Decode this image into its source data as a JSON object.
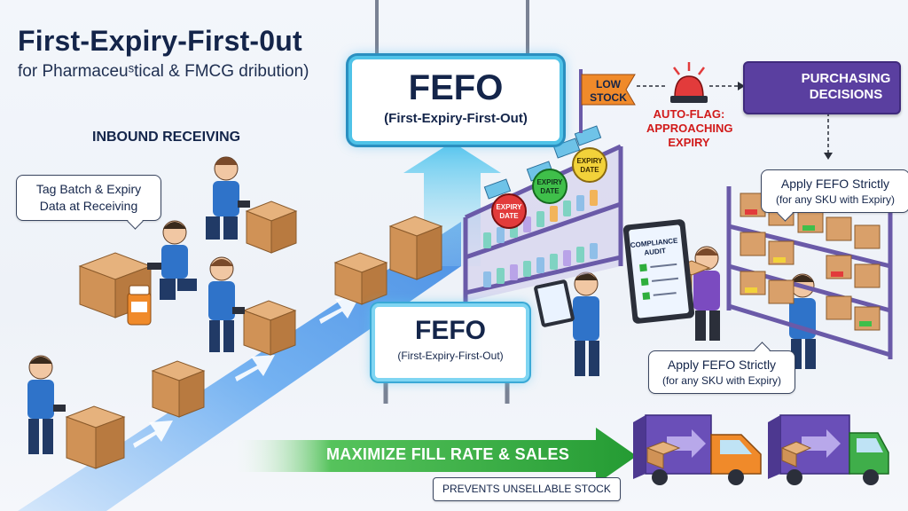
{
  "header": {
    "title": "First-Expiry-First-0ut",
    "subtitle": "for Pharmaceuˢtical & FMCG dribution)"
  },
  "inbound": {
    "section_label": "INBOUND RECEIVING",
    "tag_callout": [
      "Tag Batch & Expiry",
      "Data at Receiving"
    ]
  },
  "signs": {
    "top_big": "FEFO",
    "top_small": "(First-Expiry-First-Out)",
    "mid_big": "FEFO",
    "mid_small": "(First-Expiry-First-Out)"
  },
  "shelf_tags": {
    "expiry_red": [
      "EXPIRY",
      "DATE"
    ],
    "expiry_green": [
      "EXPIRY",
      "DATE"
    ],
    "expiry_yellow": [
      "EXPIRY",
      "DATE"
    ]
  },
  "alerts": {
    "low_stock": [
      "LOW",
      "STOCK"
    ],
    "auto_flag": [
      "AUTO-FLAG:",
      "APPROACHING",
      "EXPIRY"
    ]
  },
  "purchasing": {
    "label": [
      "PURCHASING",
      "DECISIONS"
    ]
  },
  "callouts": {
    "apply_top_main": "Apply FEFO Strictly",
    "apply_top_sub": "(for any SKU with Expiry)",
    "apply_bottom_main": "Apply FEFO Strictly",
    "apply_bottom_sub": "(for any SKU with Expiry)",
    "prevents": "PREVENTS UNSELLABLE STOCK"
  },
  "audit": {
    "title": [
      "COMPLIANCE",
      "AUDIT"
    ]
  },
  "banner": {
    "label": "MAXIMIZE FILL RATE & SALES"
  },
  "colors": {
    "navy": "#14254a",
    "flow_blue": "#3f8fe8",
    "banner_green": "#2fae3c",
    "purple": "#5a3fa0",
    "alert_red": "#d11a1a",
    "orange_flag": "#f08a2a",
    "cardboard": "#d9a06a",
    "shirt_blue": "#2f73c9"
  }
}
